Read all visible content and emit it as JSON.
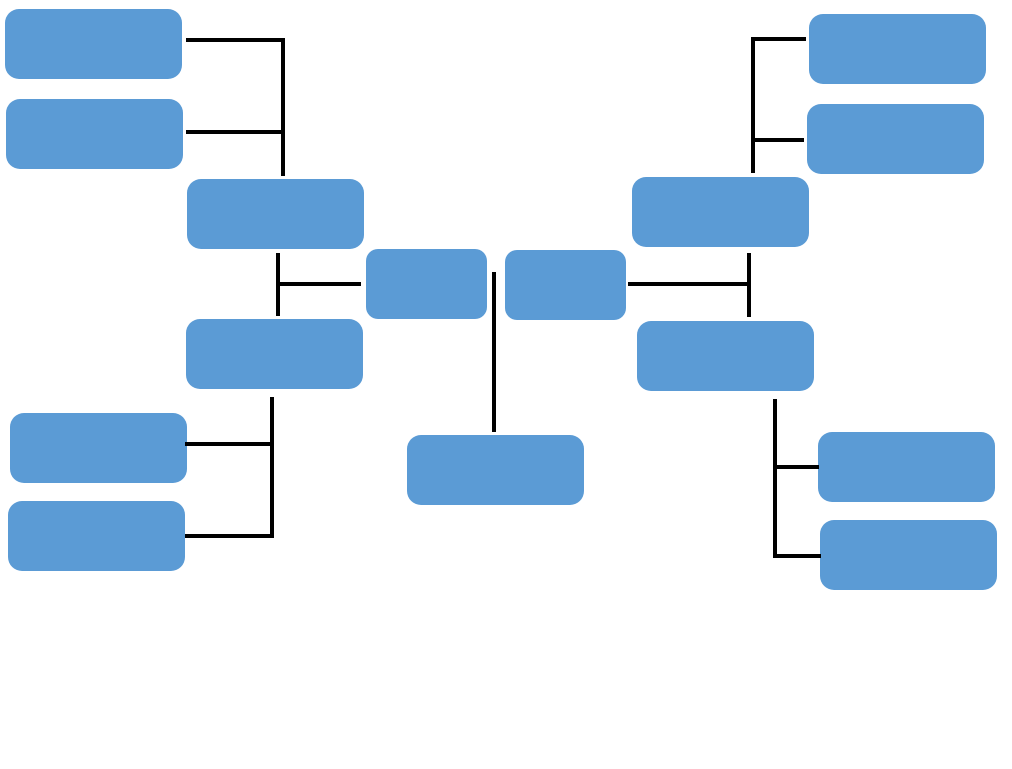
{
  "diagram": {
    "type": "tournament-bracket",
    "colors": {
      "slot_fill": "#5b9bd5",
      "connector": "#000000",
      "background": "#ffffff"
    },
    "slots": [
      {
        "id": "left-round1-slot1",
        "label": ""
      },
      {
        "id": "left-round1-slot2",
        "label": ""
      },
      {
        "id": "left-round1-slot3",
        "label": ""
      },
      {
        "id": "left-round1-slot4",
        "label": ""
      },
      {
        "id": "left-semifinal-slot1",
        "label": ""
      },
      {
        "id": "left-semifinal-slot2",
        "label": ""
      },
      {
        "id": "left-final-slot",
        "label": ""
      },
      {
        "id": "right-round1-slot1",
        "label": ""
      },
      {
        "id": "right-round1-slot2",
        "label": ""
      },
      {
        "id": "right-round1-slot3",
        "label": ""
      },
      {
        "id": "right-round1-slot4",
        "label": ""
      },
      {
        "id": "right-semifinal-slot1",
        "label": ""
      },
      {
        "id": "right-semifinal-slot2",
        "label": ""
      },
      {
        "id": "right-final-slot",
        "label": ""
      },
      {
        "id": "champion-slot",
        "label": ""
      }
    ]
  }
}
